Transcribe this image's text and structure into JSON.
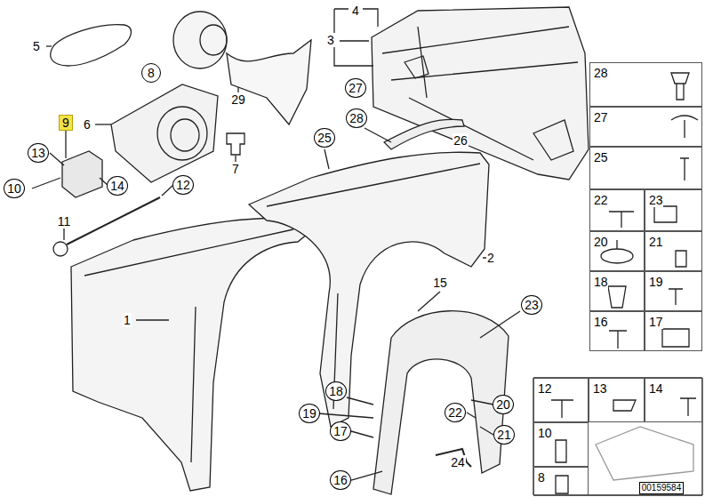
{
  "diagram": {
    "nodes": [
      {
        "text": [
          "28"
        ]
      },
      {
        "text": [
          "27"
        ]
      },
      {
        "text": [
          "25"
        ]
      },
      {
        "text": [
          "22"
        ]
      },
      {
        "text": [
          "23"
        ]
      },
      {
        "text": [
          "20"
        ]
      },
      {
        "text": [
          "21"
        ]
      },
      {
        "text": [
          "18"
        ]
      },
      {
        "text": [
          "19"
        ]
      },
      {
        "text": [
          "16"
        ]
      },
      {
        "text": [
          "17"
        ]
      },
      {
        "text": [
          "12"
        ]
      },
      {
        "text": [
          "13"
        ]
      },
      {
        "text": [
          "14"
        ]
      },
      {
        "text": [
          "10"
        ]
      },
      {
        "text": [
          "8"
        ]
      }
    ],
    "labels": [
      "4",
      "3",
      "5",
      "8",
      "29",
      "27",
      "28",
      "26",
      "9",
      "6",
      "13",
      "7",
      "25",
      "14",
      "10",
      "12",
      "11",
      "1",
      "2",
      "15",
      "23",
      "18",
      "19",
      "20",
      "22",
      "17",
      "21",
      "24",
      "16",
      "00159584"
    ]
  }
}
